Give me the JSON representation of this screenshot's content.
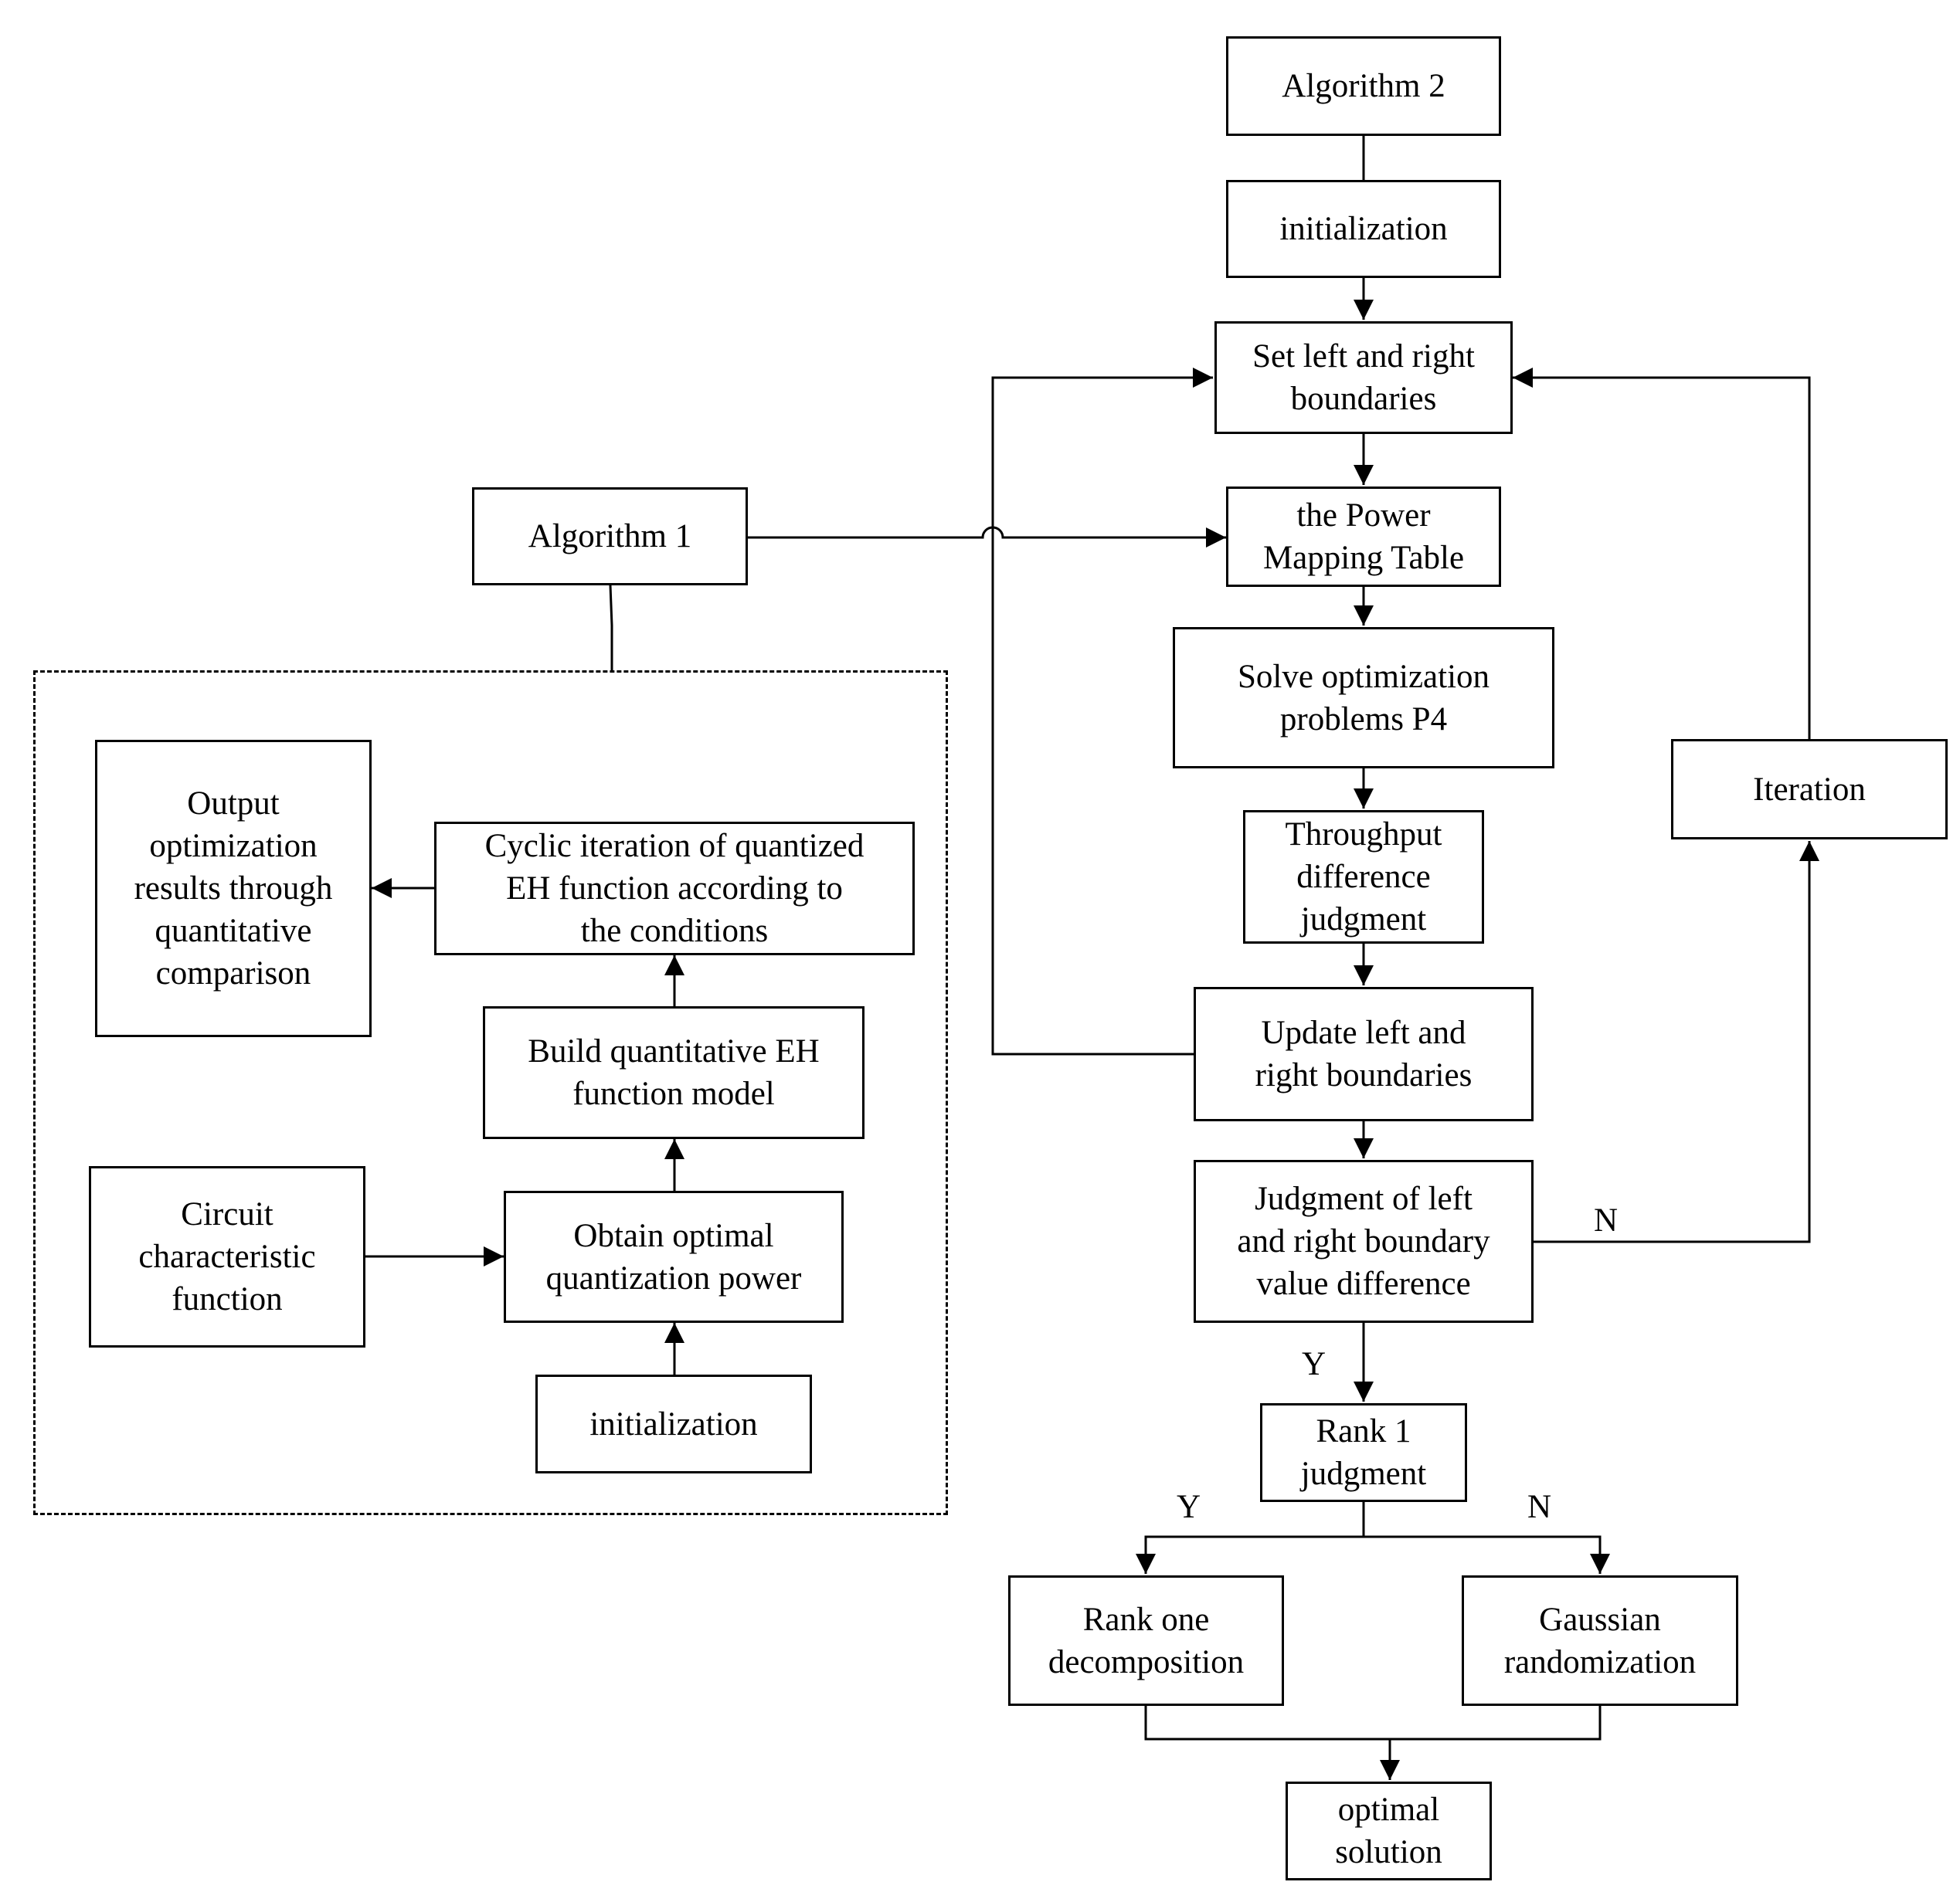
{
  "alg2": {
    "title": "Algorithm 2",
    "init": "initialization",
    "set_bounds": "Set left and right\nboundaries",
    "power_table": "the Power\nMapping Table",
    "solve": "Solve optimization\nproblems P4",
    "throughput": "Throughput\ndifference\njudgment",
    "update": "Update left and\nright boundaries",
    "judgment": "Judgment of left\nand right boundary\nvalue difference",
    "iteration": "Iteration",
    "rank1": "Rank 1\njudgment",
    "rank_one_decomp": "Rank one\ndecomposition",
    "gaussian": "Gaussian\nrandomization",
    "optimal": "optimal\nsolution"
  },
  "alg1": {
    "title": "Algorithm 1",
    "output": "Output\noptimization\nresults through\nquantitative\ncomparison",
    "cyclic": "Cyclic iteration of quantized\nEH function according to\nthe conditions",
    "build": "Build quantitative EH\nfunction model",
    "circuit": "Circuit\ncharacteristic\nfunction",
    "obtain": "Obtain optimal\nquantization power",
    "init": "initialization"
  },
  "labels": {
    "n_judgment": "N",
    "y_judgment": "Y",
    "y_rank": "Y",
    "n_rank": "N"
  }
}
